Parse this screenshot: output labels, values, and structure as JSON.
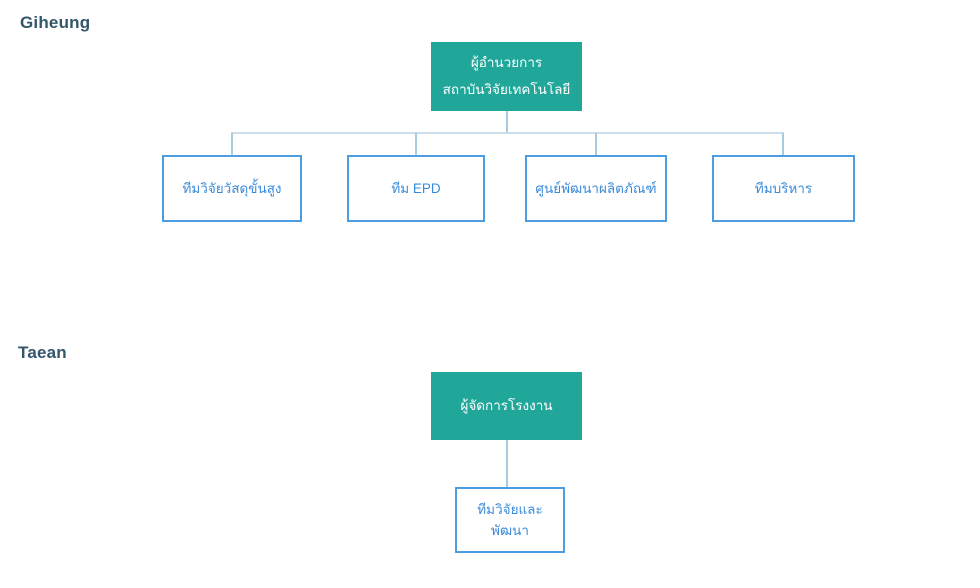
{
  "colors": {
    "teal": "#20A79A",
    "child_border": "#4D9DE3",
    "child_text": "#3A8BDB",
    "connector_vertical": "#A9CBDF",
    "connector_horizontal": "#CBDEEA",
    "heading_text": "#33566B",
    "background": "#FFFFFF"
  },
  "sections": [
    {
      "heading": "Giheung",
      "root": {
        "lines": [
          "ผู้อำนวยการ",
          "สถาบันวิจัยเทคโนโลยี"
        ]
      },
      "children": [
        {
          "lines": [
            "ทีมวิจัยวัสดุขั้นสูง"
          ]
        },
        {
          "lines": [
            "ทีม EPD"
          ]
        },
        {
          "lines": [
            "ศูนย์พัฒนาผลิตภัณฑ์"
          ]
        },
        {
          "lines": [
            "ทีมบริหาร"
          ]
        }
      ]
    },
    {
      "heading": "Taean",
      "root": {
        "lines": [
          "ผู้จัดการโรงงาน"
        ]
      },
      "children": [
        {
          "lines": [
            "ทีมวิจัยและ",
            "พัฒนา"
          ]
        }
      ]
    }
  ]
}
